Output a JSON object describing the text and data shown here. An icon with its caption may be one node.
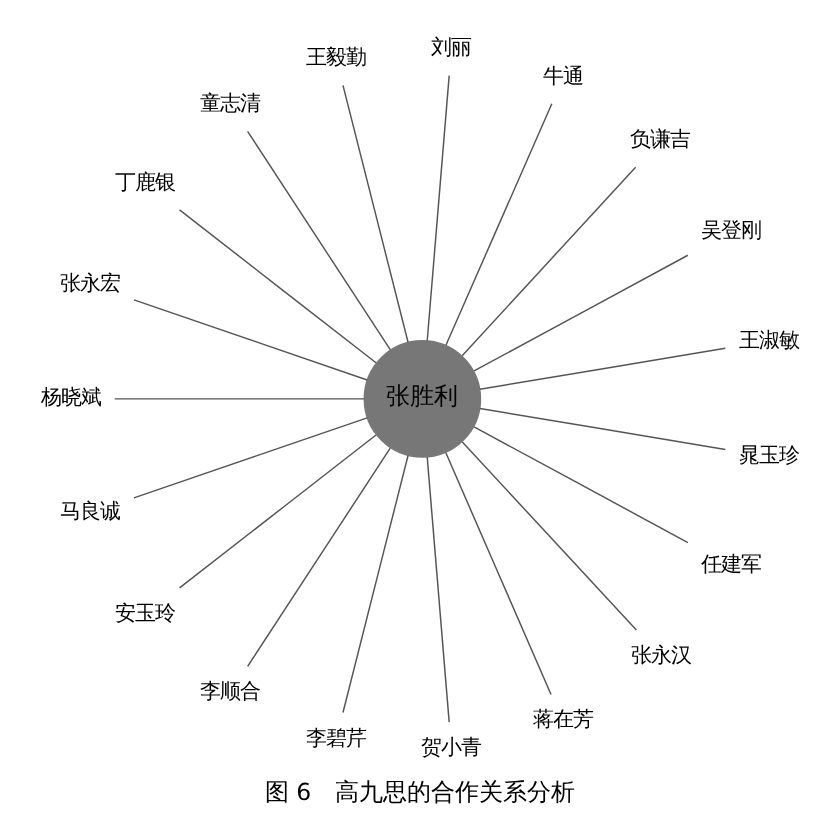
{
  "diagram": {
    "caption": "图 6　高九思的合作关系分析",
    "nodes": [
      {
        "text": [
          "张胜利"
        ]
      },
      {
        "text": [
          "王淑敏"
        ]
      },
      {
        "text": [
          "吴登刚"
        ]
      },
      {
        "text": [
          "负谦吉"
        ]
      },
      {
        "text": [
          "牛通"
        ]
      },
      {
        "text": [
          "刘丽"
        ]
      },
      {
        "text": [
          "王毅勤"
        ]
      },
      {
        "text": [
          "童志清"
        ]
      },
      {
        "text": [
          "丁鹿银"
        ]
      },
      {
        "text": [
          "张永宏"
        ]
      },
      {
        "text": [
          "杨晓斌"
        ]
      },
      {
        "text": [
          "马良诚"
        ]
      },
      {
        "text": [
          "安玉玲"
        ]
      },
      {
        "text": [
          "李顺合"
        ]
      },
      {
        "text": [
          "李碧芹"
        ]
      },
      {
        "text": [
          "贺小青"
        ]
      },
      {
        "text": [
          "蒋在芳"
        ]
      },
      {
        "text": [
          "张永汉"
        ]
      },
      {
        "text": [
          "任建军"
        ]
      },
      {
        "text": [
          "晁玉珍"
        ]
      }
    ],
    "edges": [
      {
        "from": 0,
        "to": 1,
        "arrow": "none"
      },
      {
        "from": 0,
        "to": 2,
        "arrow": "none"
      },
      {
        "from": 0,
        "to": 3,
        "arrow": "none"
      },
      {
        "from": 0,
        "to": 4,
        "arrow": "none"
      },
      {
        "from": 0,
        "to": 5,
        "arrow": "none"
      },
      {
        "from": 0,
        "to": 6,
        "arrow": "none"
      },
      {
        "from": 0,
        "to": 7,
        "arrow": "none"
      },
      {
        "from": 0,
        "to": 8,
        "arrow": "none"
      },
      {
        "from": 0,
        "to": 9,
        "arrow": "none"
      },
      {
        "from": 0,
        "to": 10,
        "arrow": "none"
      },
      {
        "from": 0,
        "to": 11,
        "arrow": "none"
      },
      {
        "from": 0,
        "to": 12,
        "arrow": "none"
      },
      {
        "from": 0,
        "to": 13,
        "arrow": "none"
      },
      {
        "from": 0,
        "to": 14,
        "arrow": "none"
      },
      {
        "from": 0,
        "to": 15,
        "arrow": "none"
      },
      {
        "from": 0,
        "to": 16,
        "arrow": "none"
      },
      {
        "from": 0,
        "to": 17,
        "arrow": "none"
      },
      {
        "from": 0,
        "to": 18,
        "arrow": "none"
      },
      {
        "from": 0,
        "to": 19,
        "arrow": "none"
      }
    ]
  }
}
